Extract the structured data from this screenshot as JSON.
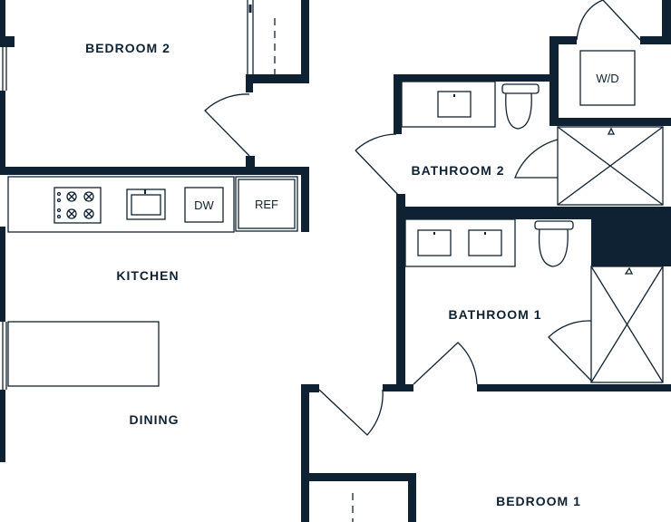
{
  "rooms": {
    "bedroom2": "BEDROOM 2",
    "kitchen": "KITCHEN",
    "dining": "DINING",
    "bathroom2": "BATHROOM 2",
    "bathroom1": "BATHROOM 1",
    "bedroom1": "BEDROOM 1"
  },
  "appliances": {
    "washer_dryer": "W/D",
    "dishwasher": "DW",
    "refrigerator": "REF"
  },
  "colors": {
    "wall": "#0f2233",
    "line": "#0f2233",
    "background": "#ffffff"
  }
}
